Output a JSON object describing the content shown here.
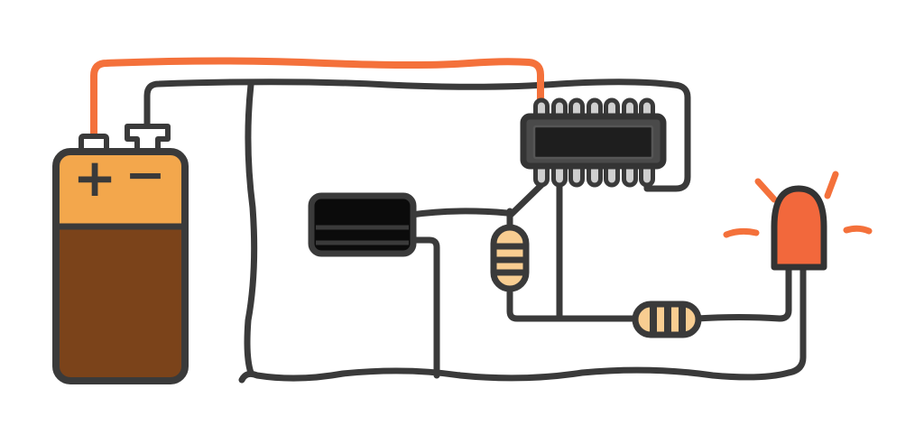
{
  "diagram": {
    "kind": "hand-drawn-circuit-illustration",
    "components": [
      {
        "name": "battery-9v",
        "description": "9V battery, orange top with brown body, two top terminals"
      },
      {
        "name": "positive-wire",
        "description": "orange wire from battery positive terminal to IC top pin 1"
      },
      {
        "name": "negative-wire",
        "description": "black wire from battery negative terminal across top, branching down left side and to IC bottom right pin"
      },
      {
        "name": "black-module",
        "description": "black rounded rectangular component with two horizontal ridges"
      },
      {
        "name": "ic-chip",
        "description": "14-pin DIP integrated circuit, 7 pins top and 7 pins bottom"
      },
      {
        "name": "resistor-vertical",
        "description": "vertical tan resistor with 3 dark bands"
      },
      {
        "name": "resistor-horizontal",
        "description": "horizontal tan resistor with 3 dark bands"
      },
      {
        "name": "led",
        "description": "orange dome LED with two legs and 4 orange light rays"
      }
    ],
    "connections": [
      "battery positive -> orange wire -> IC top pin 1",
      "battery negative -> top black wire -> branch down at left -> bottom wire",
      "top black wire -> right side down -> IC bottom pin 7",
      "black module upper output -> junction -> IC bottom pin 1 and vertical resistor top",
      "vertical resistor bottom -> lower horizontal wire",
      "IC bottom pin 2 -> lower horizontal wire",
      "lower horizontal wire -> horizontal resistor -> LED left leg",
      "LED right leg -> bottom wire",
      "black module lower output -> down -> bottom wire"
    ]
  },
  "battery": {
    "positive_label": "+",
    "negative_label": "−"
  },
  "colors": {
    "background": "#ffffff",
    "wire_dark": "#3a3a3a",
    "wire_positive": "#f4713b",
    "battery_top": "#f3a74c",
    "battery_body": "#7b431a",
    "battery_terminal": "#ffffff",
    "module_black": "#0b0b0b",
    "ic_body": "#4a4a4a",
    "ic_inner": "#1e1e1e",
    "ic_pin": "#cfcfcf",
    "resistor_body": "#f8cd91",
    "resistor_band": "#3a3a3a",
    "led_body": "#f2683c",
    "led_ray": "#f4713b"
  }
}
